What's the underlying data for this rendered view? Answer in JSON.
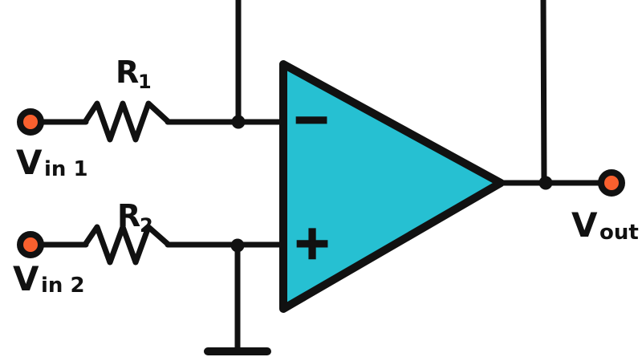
{
  "colors": {
    "background": "#ffffff",
    "wire": "#111111",
    "opamp_fill": "#26C0D2",
    "terminal_fill": "#F9602E"
  },
  "opamp": {
    "inverting_symbol": "−",
    "noninverting_symbol": "+"
  },
  "labels": {
    "r1": {
      "main": "R",
      "sub": "1"
    },
    "r2": {
      "main": "R",
      "sub": "2"
    },
    "vin1": {
      "main": "V",
      "sub": "in 1"
    },
    "vin2": {
      "main": "V",
      "sub": "in 2"
    },
    "vout": {
      "main": "V",
      "sub": "out"
    }
  }
}
